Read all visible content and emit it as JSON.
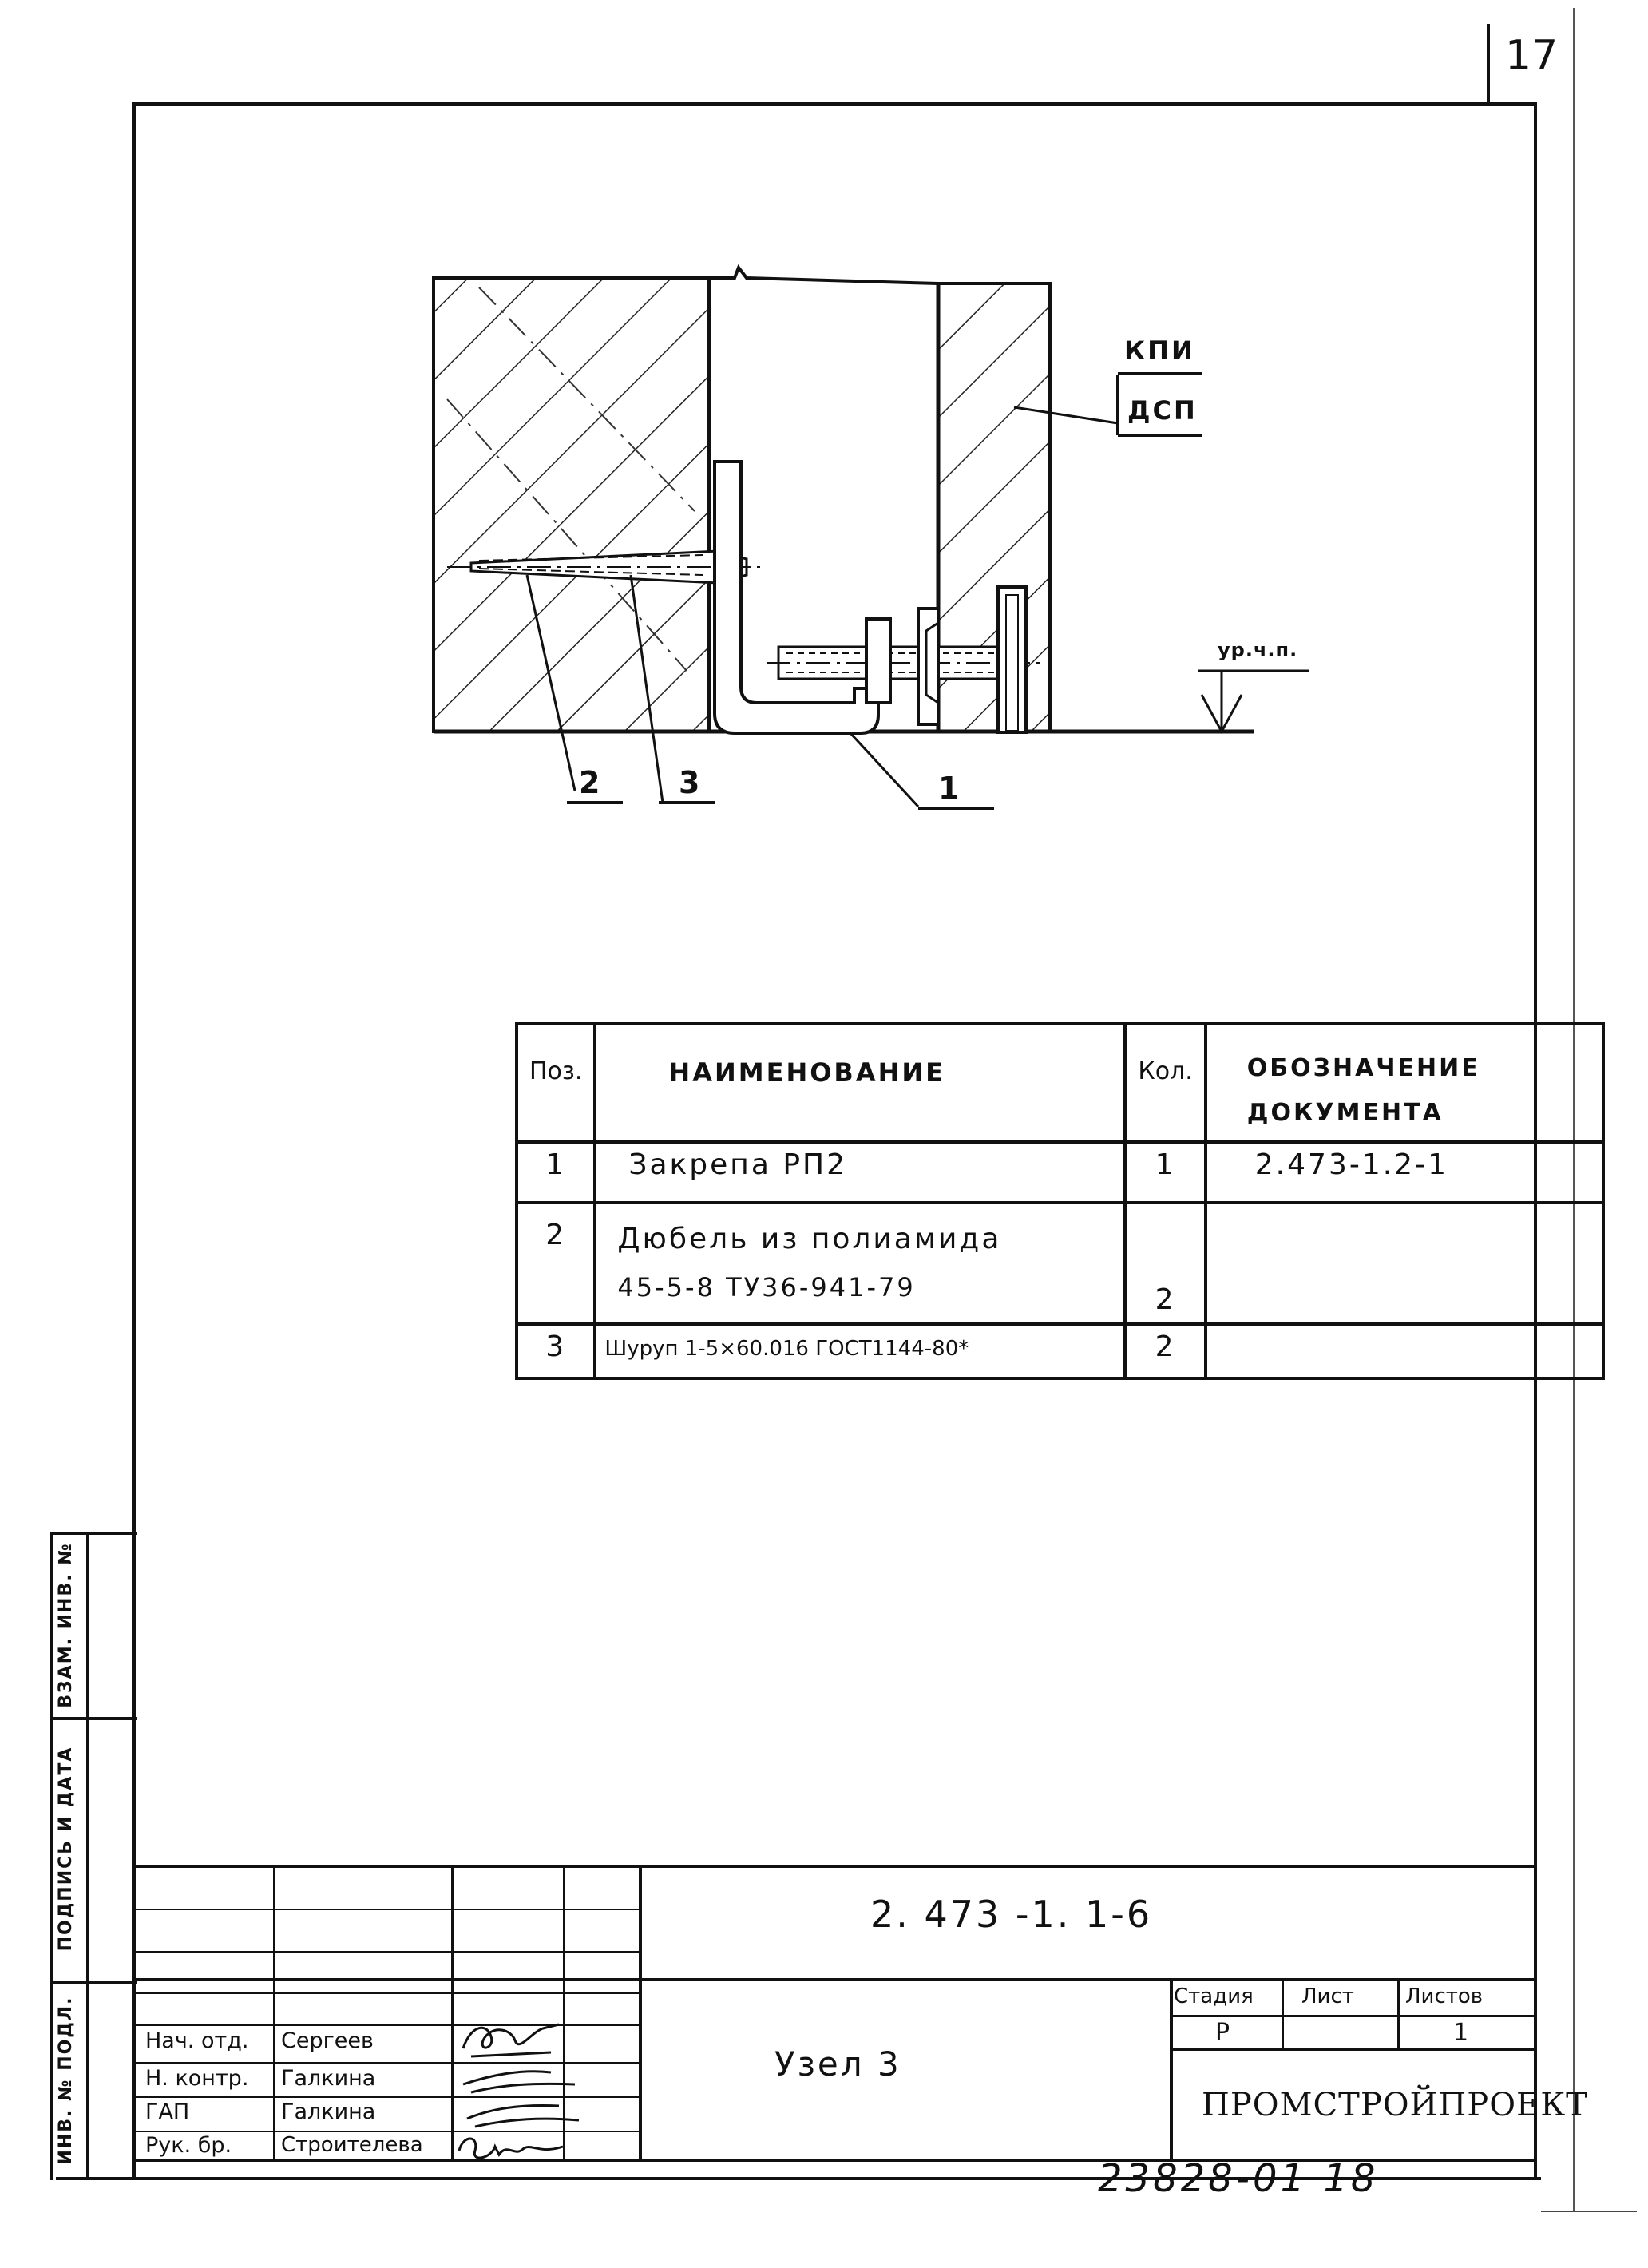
{
  "page_number": "17",
  "drawing": {
    "material_top": "КПИ",
    "material_bottom": "ДСП",
    "floor_level": "ур.ч.п.",
    "callouts": [
      "2",
      "3",
      "1"
    ]
  },
  "spec_table": {
    "headers": {
      "pos": "Поз.",
      "name": "НАИМЕНОВАНИЕ",
      "qty": "Кол.",
      "doc_line1": "ОБОЗНАЧЕНИЕ",
      "doc_line2": "ДОКУМЕНТА"
    },
    "rows": [
      {
        "pos": "1",
        "name_line1": "Закрепа РП2",
        "name_line2": "",
        "qty": "1",
        "doc": "2.473-1.2-1"
      },
      {
        "pos": "2",
        "name_line1": "Дюбель из полиамида",
        "name_line2": "45-5-8 ТУ36-941-79",
        "qty": "2",
        "doc": ""
      },
      {
        "pos": "3",
        "name_line1": "Шуруп 1-5×60.016 ГОСТ1144-80*",
        "name_line2": "",
        "qty": "2",
        "doc": ""
      }
    ]
  },
  "side_labels": {
    "inv_replace": "ВЗАМ. ИНВ. №",
    "sign_date": "ПОДПИСЬ И ДАТА",
    "inv_orig": "ИНВ. № ПОДЛ."
  },
  "title_block": {
    "code": "2. 473 -1. 1-6",
    "title": "Узел 3",
    "stage_label": "Стадия",
    "sheet_label": "Лист",
    "sheets_label": "Листов",
    "stage_value": "Р",
    "sheet_value": "",
    "sheets_value": "1",
    "org": "ПРОМСТРОЙПРОЕКТ",
    "people": [
      {
        "role": "Нач. отд.",
        "name": "Сергеев"
      },
      {
        "role": "Н. контр.",
        "name": "Галкина"
      },
      {
        "role": "ГАП",
        "name": "Галкина"
      },
      {
        "role": "Рук. бр.",
        "name": "Строителева"
      }
    ]
  },
  "bottom_number": "23828-01 18"
}
